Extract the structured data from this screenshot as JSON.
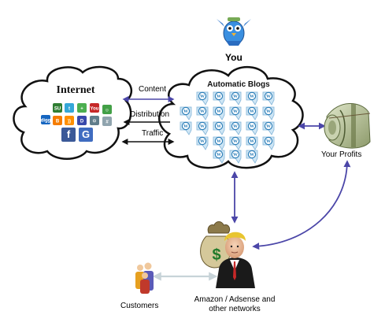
{
  "labels": {
    "you": "You",
    "content": "Content",
    "distribution": "Distribution",
    "traffic": "Traffic",
    "your_profits": "Your Profits",
    "customers": "Customers",
    "amazon": "Amazon / Adsense and other networks"
  },
  "internet_cloud": {
    "title": "Internet",
    "icons": [
      {
        "name": "stumbleupon-icon",
        "glyph": "SU",
        "color": "#2f7d32"
      },
      {
        "name": "twitter-icon",
        "glyph": "t",
        "color": "#35a7d8"
      },
      {
        "name": "plus-icon",
        "glyph": "+",
        "color": "#4caf50"
      },
      {
        "name": "youtube-icon",
        "glyph": "You",
        "color": "#c62828"
      },
      {
        "name": "digg-icon",
        "glyph": "digg",
        "color": "#1565c0"
      },
      {
        "name": "blogger-icon",
        "glyph": "B",
        "color": "#f57c00"
      },
      {
        "name": "rss-icon",
        "glyph": "))",
        "color": "#ff8f00"
      },
      {
        "name": "delicious-icon",
        "glyph": "D",
        "color": "#3949ab"
      },
      {
        "name": "settings-icon",
        "glyph": "⚙",
        "color": "#607d8b"
      },
      {
        "name": "grid-icon",
        "glyph": "#",
        "color": "#90a4ae"
      },
      {
        "name": "people-icon",
        "glyph": "☺",
        "color": "#43a047"
      },
      {
        "name": "facebook-icon",
        "glyph": "f",
        "color": "#3b5998"
      },
      {
        "name": "google-icon",
        "glyph": "G",
        "color": "#3f6cc0"
      }
    ]
  },
  "blogs_cloud": {
    "title": "Automatic Blogs",
    "rows": [
      5,
      6,
      6,
      5,
      3
    ],
    "icon_glyph": "W",
    "icon_color": "#2e7fb8"
  },
  "colors": {
    "arrow_blue": "#4b46a8",
    "arrow_black": "#111111",
    "arrow_light": "#c7d3d8",
    "cloud_stroke": "#111111"
  }
}
